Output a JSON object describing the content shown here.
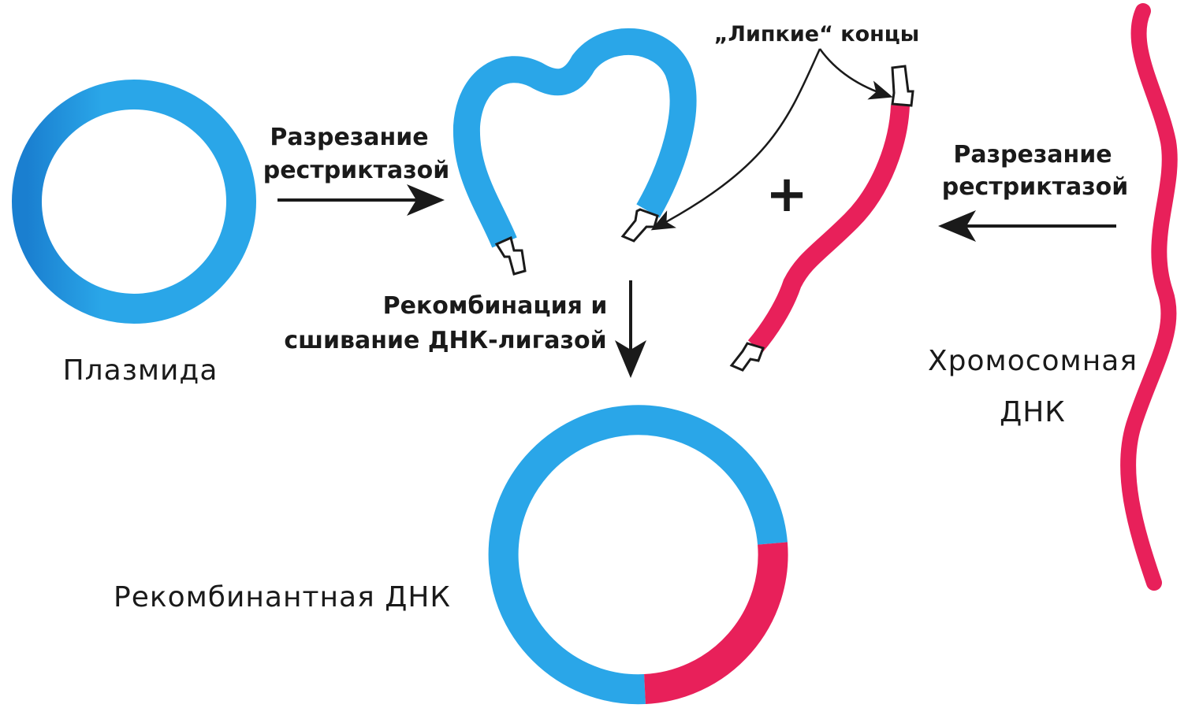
{
  "labels": {
    "plasmid": "Плазмида",
    "cut_left_line1": "Разрезание",
    "cut_left_line2": "рестриктазой",
    "sticky_ends": "„Липкие“ концы",
    "plus": "+",
    "cut_right_line1": "Разрезание",
    "cut_right_line2": "рестриктазой",
    "recomb_line1": "Рекомбинация и",
    "recomb_line2": "сшивание ДНК-лигазой",
    "chromosomal_line1": "Хромосомная",
    "chromosomal_line2": "ДНК",
    "recombinant": "Рекомбинантная ДНК"
  },
  "colors": {
    "plasmid_dna": "#2aa6e8",
    "plasmid_dna_dark": "#1a7fd0",
    "chromosomal_dna": "#e8205a",
    "text": "#1a1a1a"
  }
}
